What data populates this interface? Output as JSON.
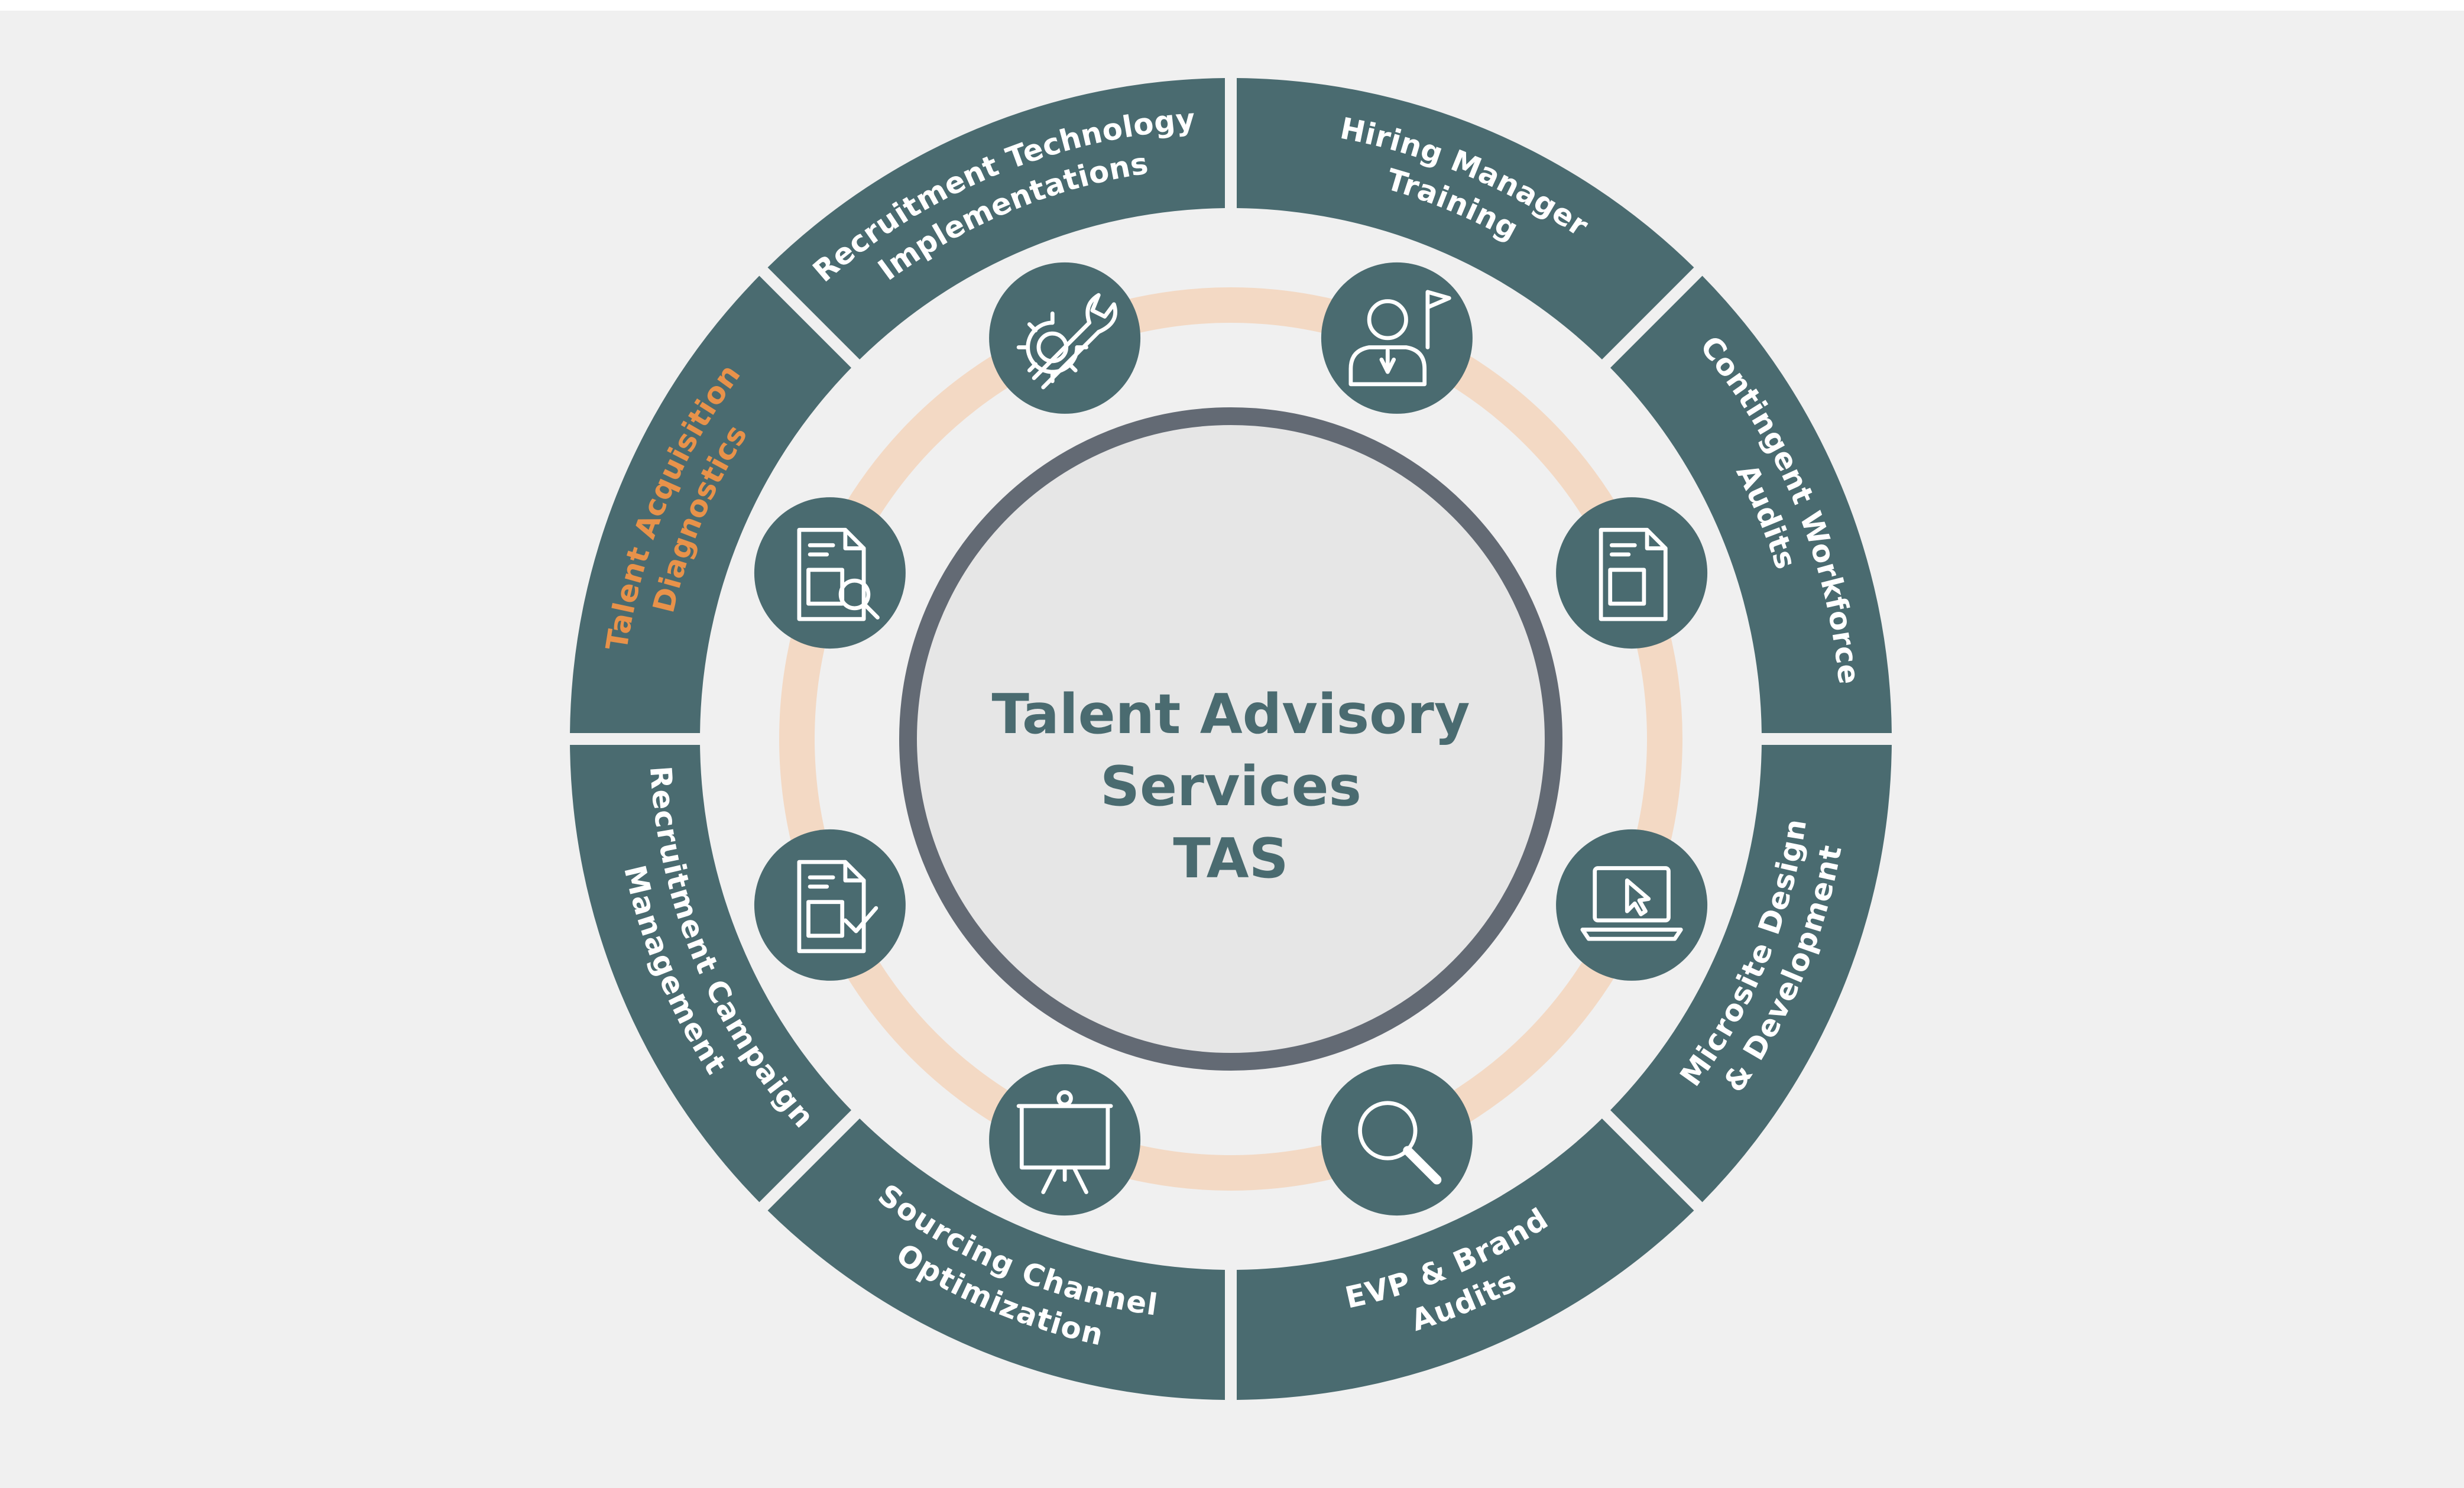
{
  "colors": {
    "page_bg": "#ffffff",
    "panel_bg": "#f0f0f0",
    "segment": "#4a6b70",
    "segment_text": "#ffffff",
    "highlight_text": "#e8924a",
    "orange_ring": "#f3d9c4",
    "hub_ring": "#636a74",
    "hub_fill": "#e6e6e6",
    "hub_text": "#4a6b70",
    "icon_circle": "#4a6b70"
  },
  "center": {
    "line1": "Talent Advisory",
    "line2": "Services",
    "line3": "TAS"
  },
  "segments": [
    {
      "id": "hiring-manager-training",
      "lines": [
        "Hiring Manager",
        "Training"
      ],
      "highlight": false,
      "icon": "person-flag-icon"
    },
    {
      "id": "contingent-workforce-audits",
      "lines": [
        "Contingent Workforce",
        "Audits"
      ],
      "highlight": false,
      "icon": "document-icon"
    },
    {
      "id": "microsite-design-development",
      "lines": [
        "Microsite Design",
        "& Development"
      ],
      "highlight": false,
      "icon": "laptop-cursor-icon"
    },
    {
      "id": "evp-brand-audits",
      "lines": [
        "EVP & Brand",
        "Audits"
      ],
      "highlight": false,
      "icon": "magnifier-icon"
    },
    {
      "id": "sourcing-channel-optimization",
      "lines": [
        "Sourcing Channel",
        "Optimization"
      ],
      "highlight": false,
      "icon": "presentation-board-icon"
    },
    {
      "id": "recruitment-campaign-management",
      "lines": [
        "Recruitment Campaign",
        "Management"
      ],
      "highlight": false,
      "icon": "document-check-icon"
    },
    {
      "id": "talent-acquisition-diagnostics",
      "lines": [
        "Talent Acquisition",
        "Diagnostics"
      ],
      "highlight": true,
      "icon": "document-search-icon"
    },
    {
      "id": "recruitment-technology-implementations",
      "lines": [
        "Recruitment Technology",
        "Implementations"
      ],
      "highlight": false,
      "icon": "gear-wrench-icon"
    }
  ]
}
